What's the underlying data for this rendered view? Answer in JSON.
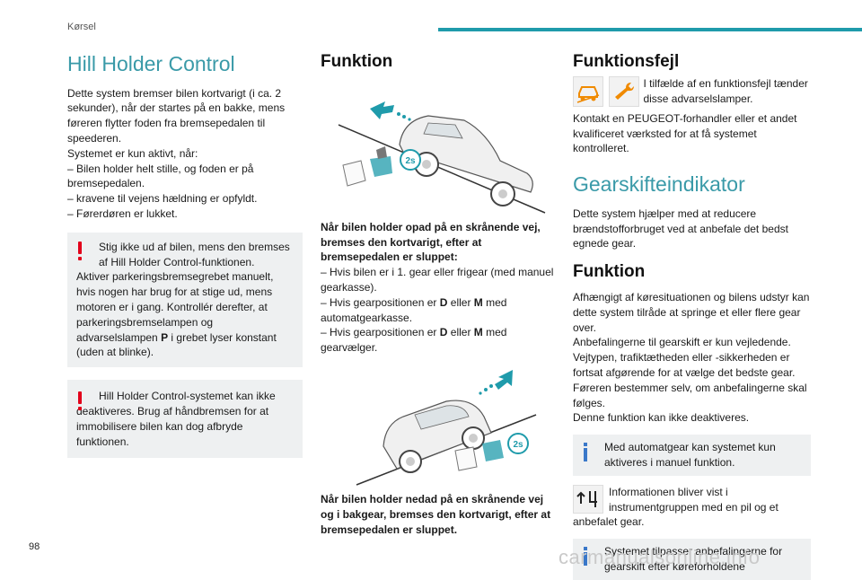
{
  "header": {
    "section": "Kørsel",
    "accent_color": "#1f9bab"
  },
  "col1": {
    "title": "Hill Holder Control",
    "intro": "Dette system bremser bilen kortvarigt (i ca. 2 sekunder), når der startes på en bakke, mens føreren flytter foden fra bremsepedalen til speederen.",
    "active_when": "Systemet er kun aktivt, når:",
    "bullet1": "–  Bilen holder helt stille, og foden er på bremsepedalen.",
    "bullet2": "–  kravene til vejens hældning er opfyldt.",
    "bullet3": "–  Førerdøren er lukket.",
    "warning1_a": "Stig ikke ud af bilen, mens den bremses af Hill Holder Control-funktionen.",
    "warning1_b": "Aktiver parkeringsbremsegrebet manuelt, hvis nogen har brug for at stige ud, mens motoren er i gang. Kontrollér derefter, at parkeringsbremselampen og advarselslampen",
    "warning1_p": "P",
    "warning1_c": "i grebet lyser konstant (uden at blinke).",
    "warning2_a": "Hill Holder Control-systemet kan ikke deaktiveres. Brug af håndbremsen for at immobilisere bilen kan dog afbryde funktionen.",
    "warning_color": "#e2001a"
  },
  "col2": {
    "title": "Funktion",
    "fig1_badge": "2s",
    "uphill_heading": "Når bilen holder opad på en skrånende vej, bremses den kortvarigt, efter at bremsepedalen er sluppet:",
    "uphill_b1": "–  Hvis bilen er i 1. gear eller frigear (med manuel gearkasse).",
    "uphill_b2_pre": "–  Hvis gearpositionen er",
    "uphill_b2_d": "D",
    "uphill_b2_or": "eller",
    "uphill_b2_m": "M",
    "uphill_b2_post": "med automatgearkasse.",
    "uphill_b3_pre": "–  Hvis gearpositionen er",
    "uphill_b3_d": "D",
    "uphill_b3_or": "eller",
    "uphill_b3_m": "M",
    "uphill_b3_post": "med gearvælger.",
    "fig2_badge": "2s",
    "downhill_heading": "Når bilen holder nedad på en skrånende vej og i bakgear, bremses den kortvarigt, efter at bremsepedalen er sluppet."
  },
  "col3": {
    "fault_title": "Funktionsfejl",
    "fault_text_a": "I tilfælde af en funktionsfejl tænder disse advarselslamper.",
    "fault_text_b": "Kontakt en PEUGEOT-forhandler eller et andet kvalificeret værksted for at få systemet kontrolleret.",
    "gear_title": "Gearskifteindikator",
    "gear_intro": "Dette system hjælper med at reducere brændstofforbruget ved at anbefale det bedst egnede gear.",
    "func_title": "Funktion",
    "func_text": "Afhængigt af køresituationen og bilens udstyr kan dette system tilråde at springe et eller flere gear over.",
    "func_text2": "Anbefalingerne til gearskift er kun vejledende. Vejtypen, trafiktætheden eller -sikkerheden er fortsat afgørende for at vælge det bedste gear. Føreren bestemmer selv, om anbefalingerne skal følges.",
    "func_text3": "Denne funktion kan ikke deaktiveres.",
    "info1": "Med automatgear kan systemet kun aktiveres i manuel funktion.",
    "info2": "Informationen bliver vist i instrumentgruppen med en pil og et anbefalet gear.",
    "info3": "Systemet tilpasser anbefalingerne for gearskift efter køreforholdene",
    "icon_warning_color": "#f08a00",
    "info_color": "#3a78c9"
  },
  "footer": {
    "page": "98",
    "watermark": "carmanualsonline.info"
  }
}
